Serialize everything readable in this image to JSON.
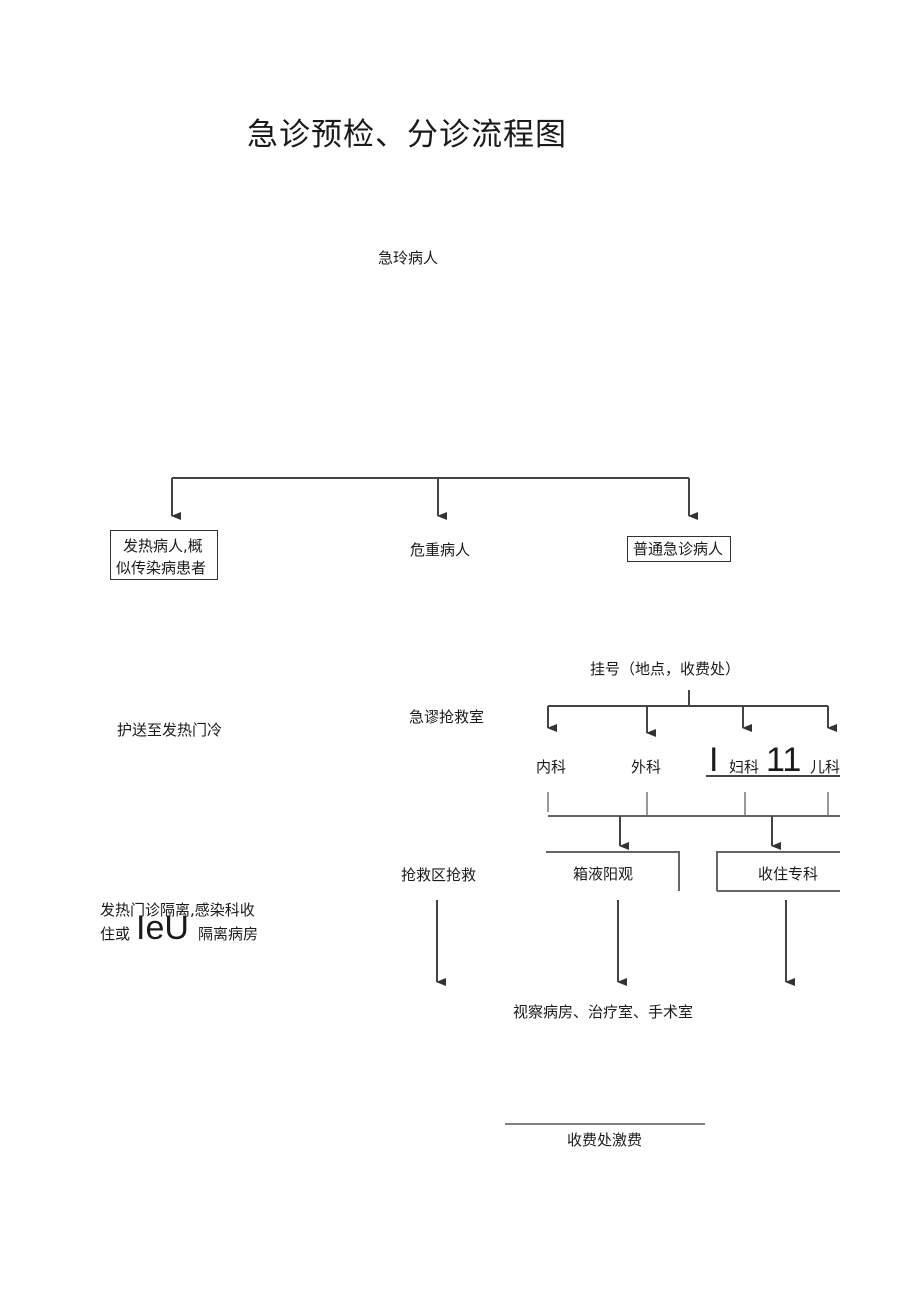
{
  "title": "急诊预检、分诊流程图",
  "start": "急玲病人",
  "branches": {
    "fever": [
      "发热病人,概",
      "似传染病患者"
    ],
    "critical": "危重病人",
    "normal": "普通急诊病人"
  },
  "fever_path": {
    "escort": "护送至发热门冷",
    "isolate_line1": "发热门诊隔离,感染科收",
    "isolate_prefix": "住或",
    "isolate_big": "IeU",
    "isolate_suffix": "隔离病房"
  },
  "critical_path": {
    "room": "急谬抢救室",
    "zone": "抢救区抢救"
  },
  "normal_path": {
    "register": "挂号（地点，收费处）",
    "depts": {
      "internal": "内科",
      "surgery": "外科",
      "bar1": "I",
      "gyn": "妇科",
      "bar2": "11",
      "peds": "儿科"
    },
    "observe": "箱液阳观",
    "admit": "收住专科"
  },
  "wards": "视察病房、治疗室、手术室",
  "fee": "收费处激费"
}
